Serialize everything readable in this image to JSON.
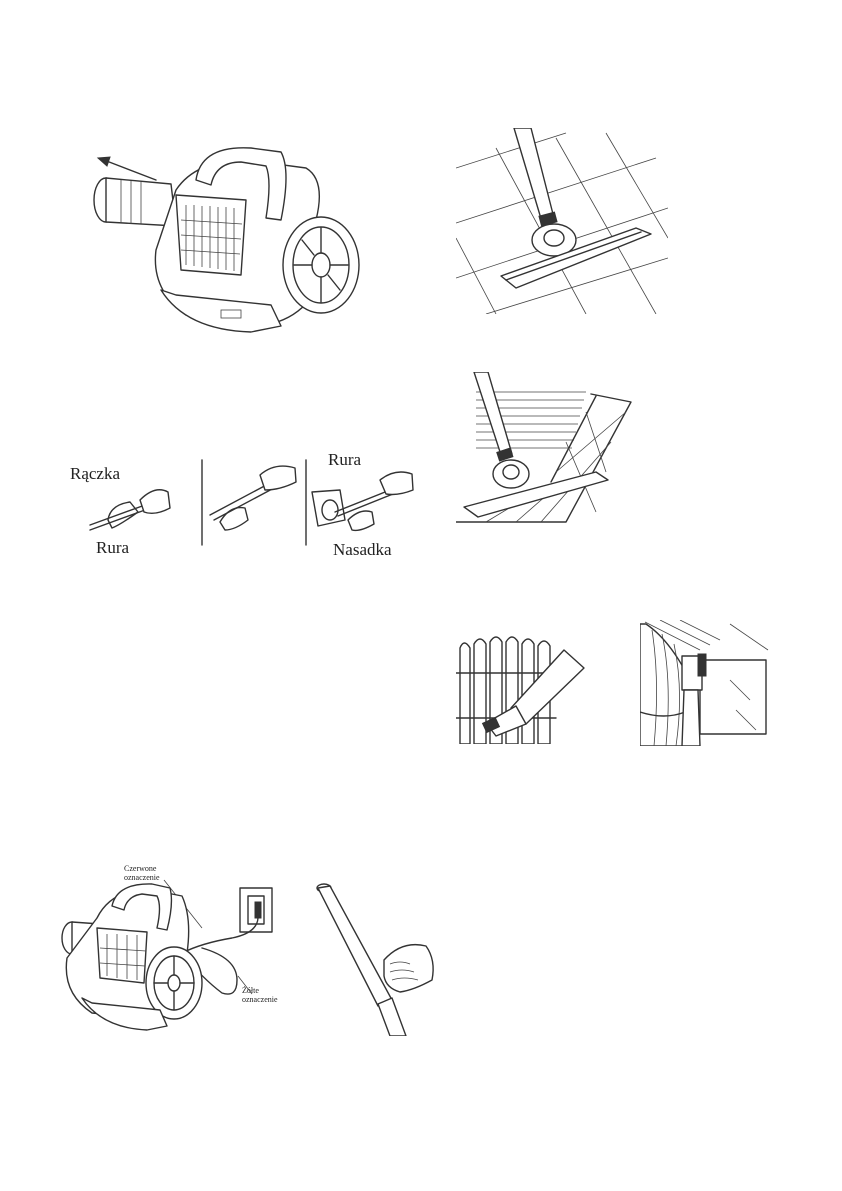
{
  "figures": {
    "vacuum_hose_removal": {
      "icon": "vacuum-with-hose-arrow"
    },
    "floor_tiles": {
      "icon": "floor-brush-on-tiles"
    },
    "assembly": {
      "labels": {
        "handle": "Rączka",
        "tube_left": "Rura",
        "tube_right": "Rura",
        "nozzle": "Nasadka"
      }
    },
    "carpet_stairs": {
      "icon": "floor-brush-on-carpet"
    },
    "radiator": {
      "icon": "crevice-tool-radiator"
    },
    "curtain": {
      "icon": "brush-tool-curtain"
    },
    "cord": {
      "labels": {
        "red_line1": "Czerwone",
        "red_line2": "oznaczenie",
        "yellow_line1": "Żółte",
        "yellow_line2": "oznaczenie"
      }
    },
    "hand_tube": {
      "icon": "hand-holding-tube"
    }
  }
}
